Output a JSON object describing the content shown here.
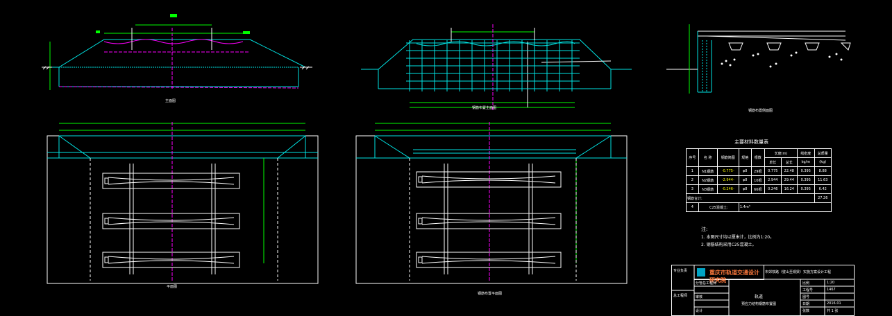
{
  "drawing": {
    "colors": {
      "background": "#000000",
      "outline": "#00e5e5",
      "dimension": "#00ff00",
      "centerline": "#ff00ff",
      "text": "#ffffff",
      "rebar": "#ffff00",
      "logo": "#ff7a3d"
    },
    "view_titles": {
      "front": "主面图",
      "rebar_front": "钢筋布置主面图",
      "rebar_section": "钢筋布置侧面图",
      "plan": "平面图",
      "rebar_plan": "钢筋布置平面图"
    }
  },
  "material_table": {
    "title": "主要材料数量表",
    "headers": [
      "序号",
      "名 称",
      "钢筋简图",
      "规格",
      "根数",
      "长度(m)",
      "",
      "线密度",
      "总质量"
    ],
    "subheaders": [
      "单长",
      "总长",
      "kg/m",
      "(kg)"
    ],
    "rows": [
      {
        "no": "1",
        "name": "N1钢筋",
        "shape": "-0.775-",
        "spec": "φ8",
        "count": "29根",
        "unit_len": "0.775",
        "total_len": "22.48",
        "density": "0.395",
        "mass": "8.88"
      },
      {
        "no": "2",
        "name": "N2钢筋",
        "shape": "-2.944-",
        "spec": "φ8",
        "count": "10根",
        "unit_len": "2.944",
        "total_len": "29.44",
        "density": "0.395",
        "mass": "11.63"
      },
      {
        "no": "3",
        "name": "N3钢筋",
        "shape": "-0.246-",
        "spec": "φ8",
        "count": "66根",
        "unit_len": "0.246",
        "total_len": "16.24",
        "density": "0.395",
        "mass": "6.42"
      }
    ],
    "subtotal_label": "钢筋合计:",
    "subtotal_value": "27.26",
    "concrete_no": "4",
    "concrete_label": "C25混凝土:",
    "concrete_value": "1.4m³"
  },
  "notes": {
    "title": "注:",
    "items": [
      "1.  本图尺寸均以厘米计，比例为1:20。",
      "2.  钢筋结构采用C25混凝土。"
    ]
  },
  "title_block": {
    "org": "重庆市轨道交通设计研究院",
    "project": "市郊铁路（璧山至铜梁）实施方案设计工程",
    "drawing_name": "轨道",
    "drawing_subtitle": "预应力结构钢筋布置图",
    "left_labels": [
      "专业负责",
      "总工程师",
      "分管总工程师",
      "审核",
      "设计"
    ],
    "right_labels": [
      "比例",
      "工程号",
      "图号",
      "日期",
      "张数"
    ],
    "right_values": [
      "1:20",
      "1467",
      "",
      "2016.01",
      "共 1 张"
    ]
  }
}
